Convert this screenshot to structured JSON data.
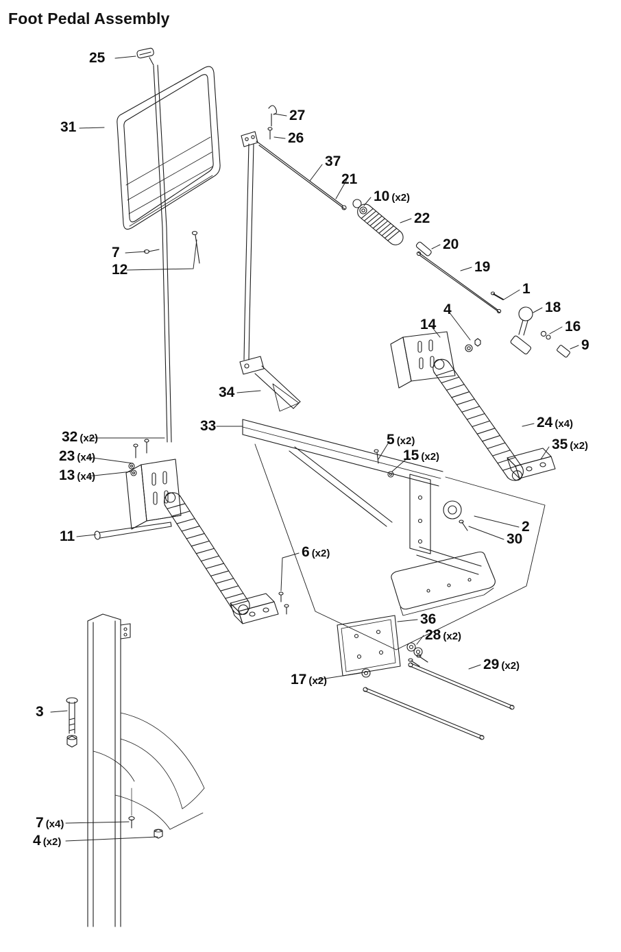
{
  "title": "Foot Pedal Assembly",
  "callouts": {
    "c25": {
      "num": "25"
    },
    "c31": {
      "num": "31"
    },
    "c27": {
      "num": "27"
    },
    "c26": {
      "num": "26"
    },
    "c37": {
      "num": "37"
    },
    "c21": {
      "num": "21"
    },
    "c10": {
      "num": "10",
      "qty": "(x2)"
    },
    "c22": {
      "num": "22"
    },
    "c20": {
      "num": "20"
    },
    "c19": {
      "num": "19"
    },
    "c1": {
      "num": "1"
    },
    "c18": {
      "num": "18"
    },
    "c16": {
      "num": "16"
    },
    "c9": {
      "num": "9"
    },
    "c4a": {
      "num": "4"
    },
    "c14": {
      "num": "14"
    },
    "c24": {
      "num": "24",
      "qty": "(x4)"
    },
    "c35": {
      "num": "35",
      "qty": "(x2)"
    },
    "c32": {
      "num": "32",
      "qty": "(x2)"
    },
    "c23": {
      "num": "23",
      "qty": "(x4)"
    },
    "c13": {
      "num": "13",
      "qty": "(x4)"
    },
    "c5": {
      "num": "5",
      "qty": "(x2)"
    },
    "c15": {
      "num": "15",
      "qty": "(x2)"
    },
    "c33": {
      "num": "33"
    },
    "c34": {
      "num": "34"
    },
    "c11": {
      "num": "11"
    },
    "c2": {
      "num": "2"
    },
    "c30": {
      "num": "30"
    },
    "c6": {
      "num": "6",
      "qty": "(x2)"
    },
    "c36": {
      "num": "36"
    },
    "c28": {
      "num": "28",
      "qty": "(x2)"
    },
    "c29": {
      "num": "29",
      "qty": "(x2)"
    },
    "c17": {
      "num": "17",
      "qty": "(x2)"
    },
    "c3": {
      "num": "3"
    },
    "c7a": {
      "num": "7"
    },
    "c12": {
      "num": "12"
    },
    "c7b": {
      "num": "7",
      "qty": "(x4)"
    },
    "c4b": {
      "num": "4",
      "qty": "(x2)"
    }
  }
}
